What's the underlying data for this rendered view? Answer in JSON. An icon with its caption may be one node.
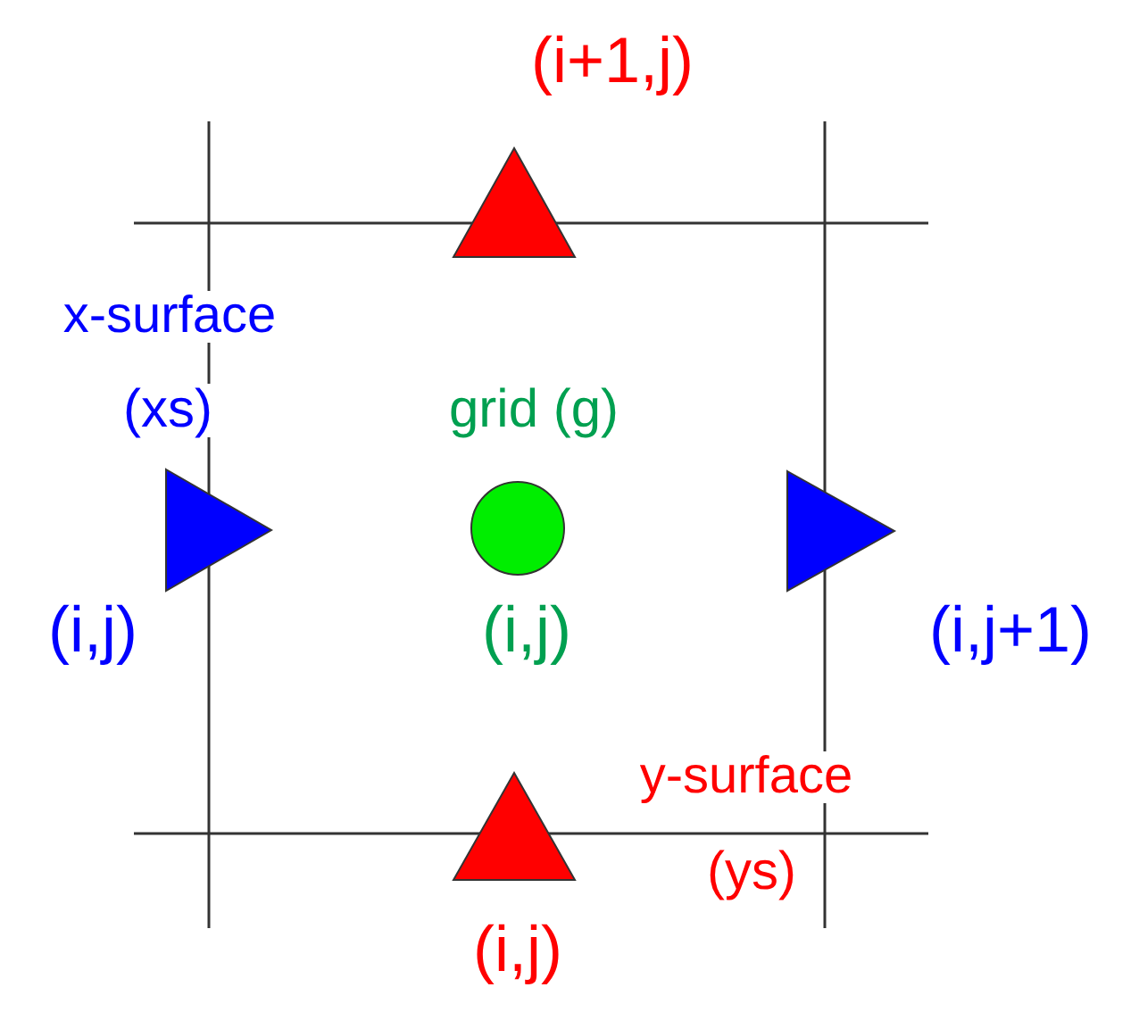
{
  "diagram": {
    "nodes": [
      {
        "text": [],
        "shape": "triangle",
        "beside": [
          "(i+1,j)"
        ]
      },
      {
        "text": [],
        "shape": "triangle",
        "beside": [
          "x-surface",
          "(xs)",
          "(i,j)"
        ]
      },
      {
        "text": [],
        "shape": "circle",
        "beside": [
          "grid (g)",
          "(i,j)"
        ]
      },
      {
        "text": [],
        "shape": "triangle",
        "beside": [
          "(i,j+1)"
        ]
      },
      {
        "text": [],
        "shape": "triangle",
        "beside": [
          "y-surface",
          "(ys)",
          "(i,j)"
        ]
      }
    ]
  }
}
